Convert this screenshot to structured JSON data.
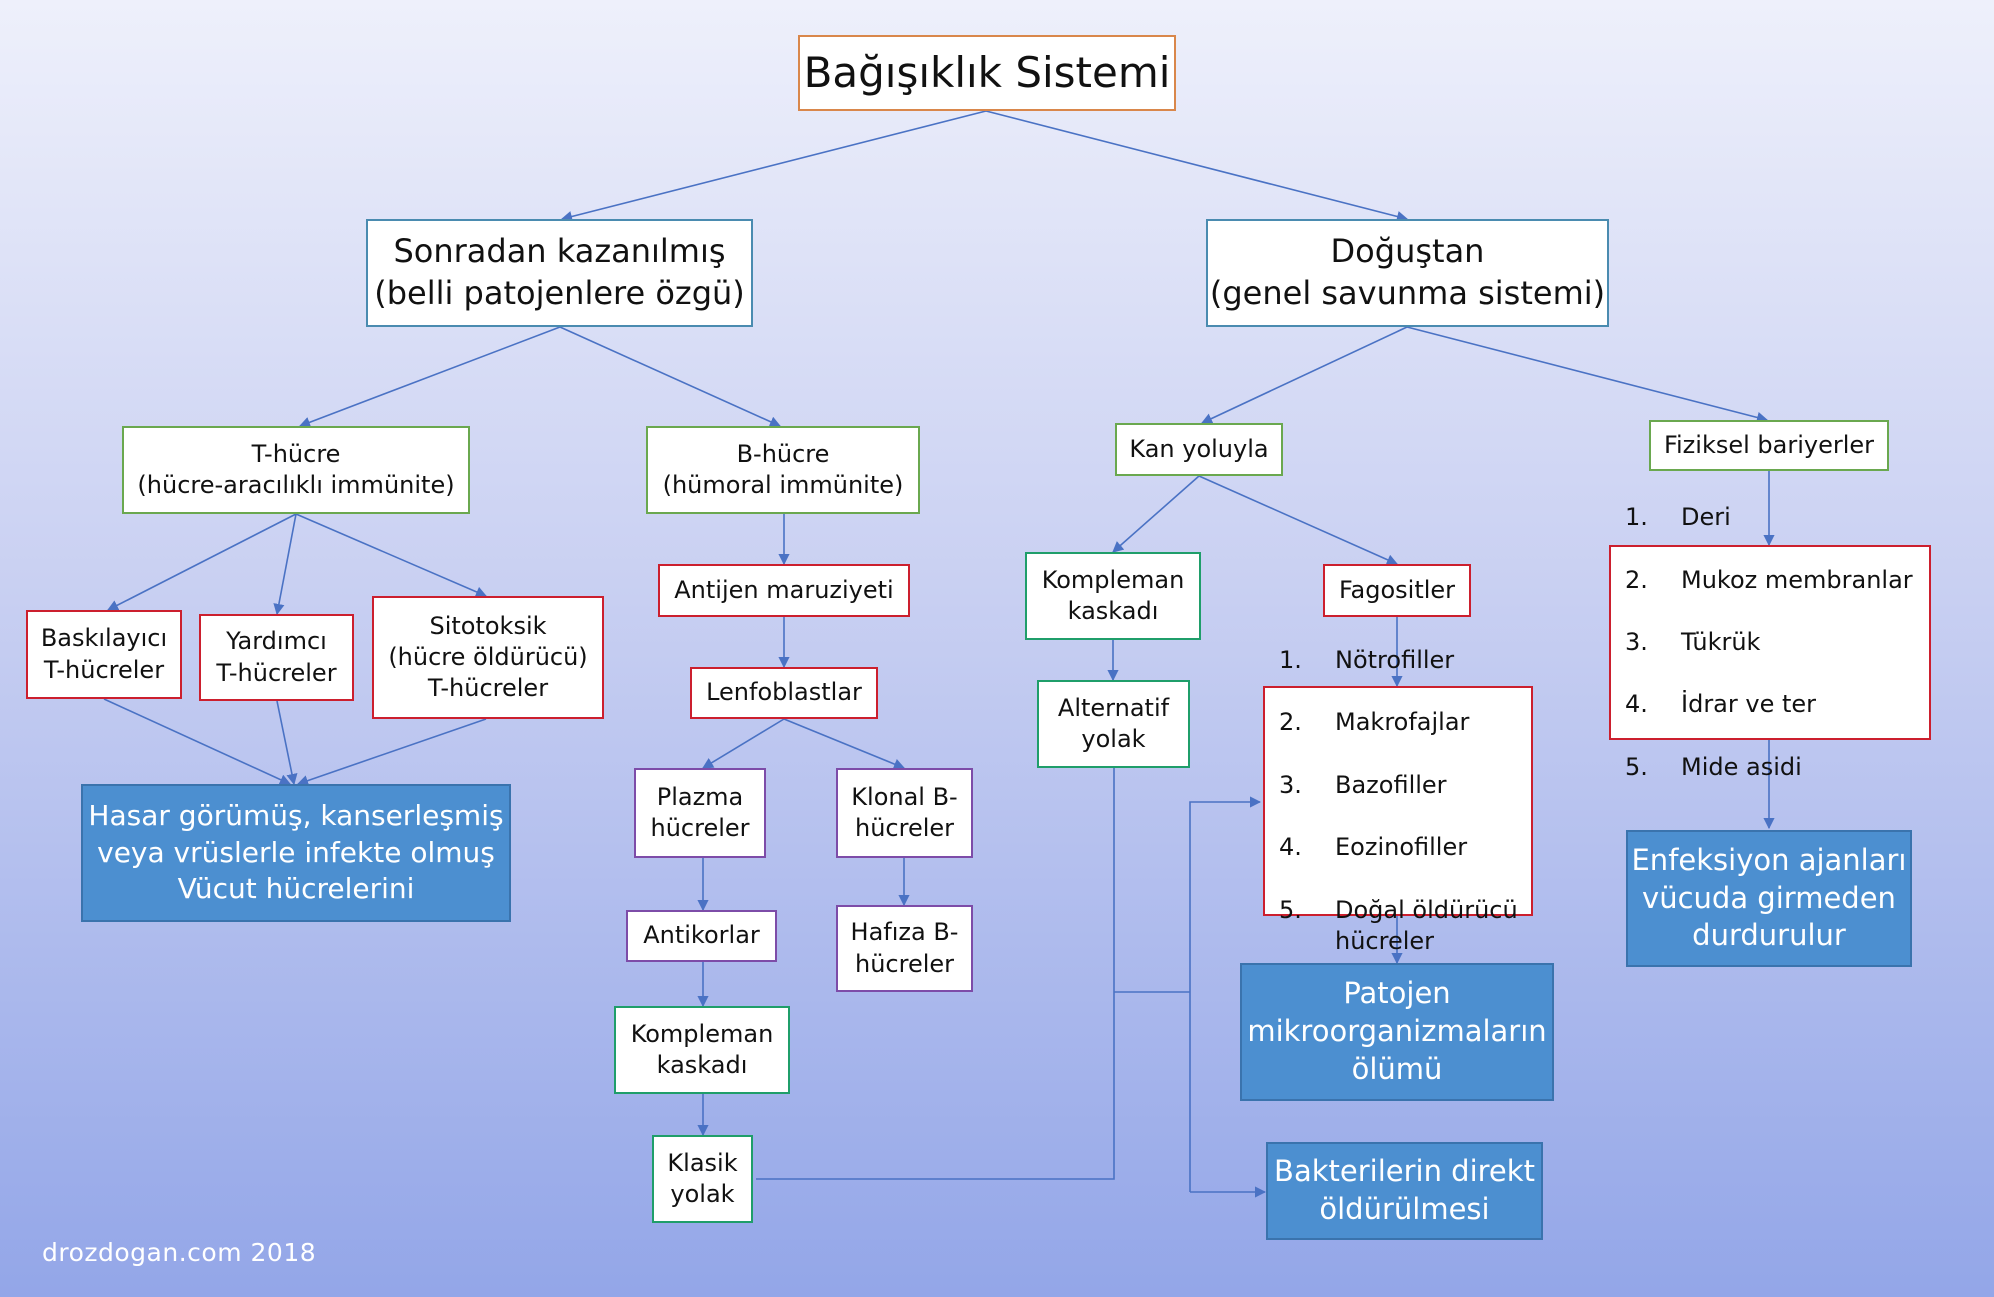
{
  "title": "Bağışıklık Sistemi",
  "adaptive": {
    "label": "Sonradan kazanılmış\n(belli patojenlere özgü)",
    "t_cell": "T-hücre\n(hücre-aracılıklı immünite)",
    "t_suppressor": "Baskılayıcı\nT-hücreler",
    "t_helper": "Yardımcı\nT-hücreler",
    "t_cytotoxic": "Sitotoksik\n(hücre öldürücü)\nT-hücreler",
    "t_target": "Hasar görümüş, kanserleşmiş\nveya vrüslerle infekte olmuş\nVücut hücrelerini",
    "b_cell": "B-hücre\n(hümoral immünite)",
    "antigen": "Antijen maruziyeti",
    "lymphoblasts": "Lenfoblastlar",
    "plasma": "Plazma\nhücreler",
    "clonal_b": "Klonal B-\nhücreler",
    "antibodies": "Antikorlar",
    "memory_b": "Hafıza B-\nhücreler",
    "complement": "Kompleman\nkaskadı",
    "classic": "Klasik\nyolak"
  },
  "innate": {
    "label": "Doğuştan\n(genel savunma sistemi)",
    "blood": "Kan yoluyla",
    "complement": "Kompleman\nkaskadı",
    "alternative": "Alternatif\nyolak",
    "phagocytes": "Fagositler",
    "phagocyte_list": [
      "Nötrofiller",
      "Makrofajlar",
      "Bazofiller",
      "Eozinofiller",
      "Doğal öldürücü\nhücreler"
    ],
    "pathogen_death": "Patojen\nmikroorganizmaların\nölümü",
    "bacteria_kill": "Bakterilerin direkt\nöldürülmesi",
    "physical": "Fiziksel bariyerler",
    "barrier_list": [
      "Deri",
      "Mukoz membranlar",
      "Tükrük",
      "İdrar ve ter",
      "Mide asidi"
    ],
    "barrier_result": "Enfeksiyon ajanları\nvücuda girmeden\ndurdurulur"
  },
  "watermark": "drozdogan.com 2018",
  "colors": {
    "connector": "#4a72c4",
    "blue_box": "#4c8fd0",
    "red_border": "#cc1f2e",
    "green_border": "#6aa84f",
    "purple_border": "#7d4ca8",
    "jade_border": "#1f9e6a",
    "orange_border": "#d9874b"
  }
}
